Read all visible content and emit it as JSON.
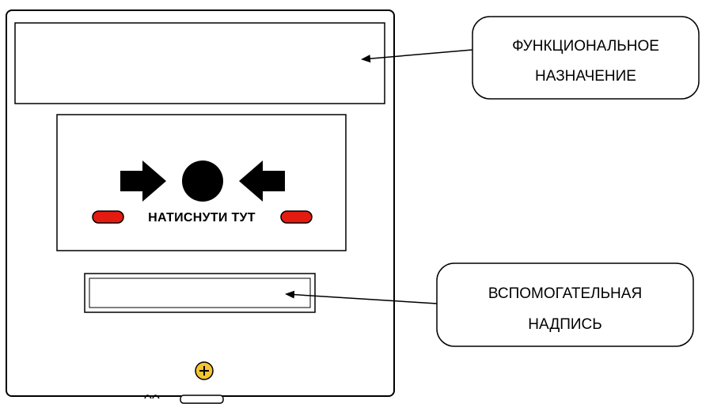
{
  "device": {
    "button_label": "НАТИСНУТИ ТУТ"
  },
  "callouts": {
    "functional": {
      "line1": "ФУНКЦИОНАЛЬНОЕ",
      "line2": "НАЗНАЧЕНИЕ"
    },
    "auxiliary": {
      "line1": "ВСПОМОГАТЕЛЬНАЯ",
      "line2": "НАДПИСЬ"
    }
  },
  "colors": {
    "indicator": "#e31b10",
    "outline": "#000000",
    "screw": "#f5c431"
  }
}
